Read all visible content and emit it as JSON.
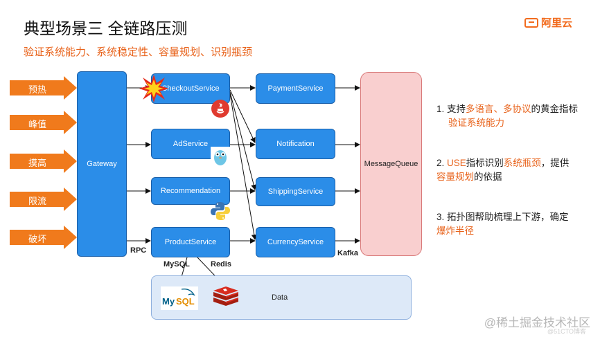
{
  "title": "典型场景三 全链路压测",
  "subtitle": "验证系统能力、系统稳定性、容量规划、识别瓶颈",
  "brand": "阿里云",
  "inputs": [
    "预热",
    "峰值",
    "摸高",
    "限流",
    "破坏"
  ],
  "nodes": {
    "gateway": "Gateway",
    "checkout": "CheckoutService",
    "ad": "AdService",
    "recommendation": "Recommendation",
    "product": "ProductService",
    "payment": "PaymentService",
    "notification": "Notification",
    "shipping": "ShippingService",
    "currency": "CurrencyService",
    "mq": "MessageQueue",
    "data": "Data"
  },
  "edge_labels": {
    "rpc": "RPC",
    "kafka": "Kafka",
    "mysql": "MySQL",
    "redis": "Redis"
  },
  "icons": [
    "explosion-icon",
    "java-icon",
    "go-icon",
    "python-icon",
    "mysql-icon",
    "redis-icon"
  ],
  "notes": [
    {
      "num": "1.",
      "parts": [
        {
          "t": "支持",
          "hl": false
        },
        {
          "t": "多语言、多协议",
          "hl": true
        },
        {
          "t": "的黄金指标",
          "hl": false
        },
        {
          "t": "验证系统能力",
          "hl": true
        }
      ]
    },
    {
      "num": "2.",
      "parts": [
        {
          "t": "USE",
          "hl": true
        },
        {
          "t": "指标识别",
          "hl": false
        },
        {
          "t": "系统瓶颈",
          "hl": true
        },
        {
          "t": "，提供",
          "hl": false
        },
        {
          "t": "容量规划",
          "hl": true
        },
        {
          "t": "的依据",
          "hl": false
        }
      ]
    },
    {
      "num": "3.",
      "parts": [
        {
          "t": "拓扑图帮助梳理上下游，确定",
          "hl": false
        },
        {
          "t": "爆炸半径",
          "hl": true
        }
      ]
    }
  ],
  "watermark": "@稀土掘金技术社区",
  "watermark_sub": "@51CTO博客",
  "colors": {
    "service": "#2b8de8",
    "mq": "#f9cfcf",
    "input": "#f07a1c",
    "accent": "#e8621a"
  }
}
